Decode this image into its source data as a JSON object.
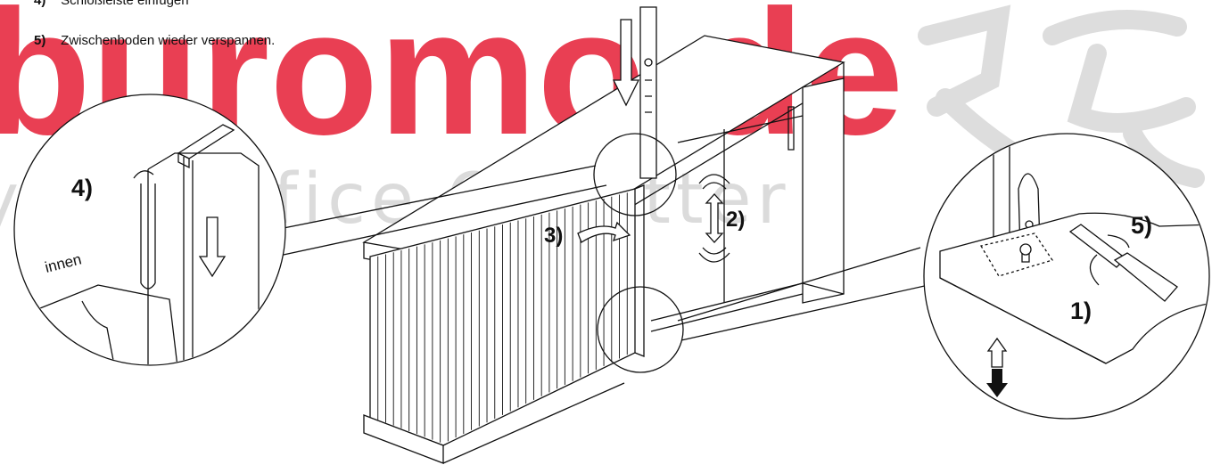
{
  "instructions": {
    "items": [
      {
        "number": "4)",
        "text": "Schloßleiste einfügen"
      },
      {
        "number": "5)",
        "text": "Zwischenboden wieder verspannen."
      }
    ]
  },
  "watermark": {
    "brand": "buromo.de",
    "slogan": "your Office Outfitter",
    "brand_color": "#e8354a",
    "slogan_color": "#bdbdbd"
  },
  "callouts": {
    "left_detail": {
      "step_label": "4)",
      "side_label": "innen"
    },
    "center": {
      "label_step3": "3)",
      "label_step2": "2)"
    },
    "right_detail": {
      "label_step5": "5)",
      "label_step1": "1)"
    }
  }
}
